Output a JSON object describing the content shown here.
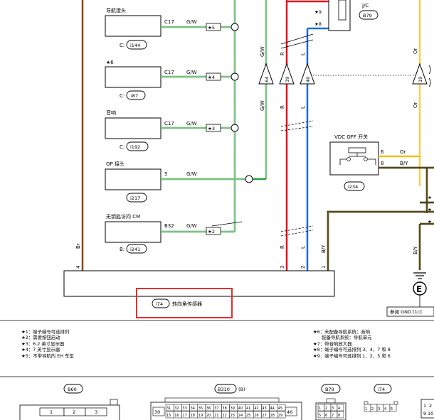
{
  "colors": {
    "brown": "#8B4513",
    "green": "#2E9E3A",
    "red": "#E8111B",
    "blue": "#1E6BD6",
    "yellow": "#E8C21A",
    "black": "#000000",
    "highlight_box": "#E03030"
  },
  "top": {
    "jc_label": "J/C",
    "jc_tag": "B79",
    "star9": "★9",
    "star8": "★8"
  },
  "modules": [
    {
      "title": "导航接头",
      "pin": "C17",
      "wire": "G/W",
      "tag": "★5",
      "conn_prefix": "C:",
      "conn": "i144"
    },
    {
      "title": "★6",
      "pin": "C17",
      "wire": "G/W",
      "tag": "★4",
      "conn_prefix": "C:",
      "conn": "i87"
    },
    {
      "title": "音响",
      "pin": "C17",
      "wire": "G/W",
      "tag": "★3",
      "conn_prefix": "C:",
      "conn": "i192"
    },
    {
      "title": "OP 接头",
      "pin": "5",
      "wire": "G/W",
      "tag": "",
      "conn_prefix": "",
      "conn": "i217"
    },
    {
      "title": "无钥匙访问 CM",
      "pin": "B32",
      "wire": "G/W",
      "tag": "★2",
      "conn_prefix": "B:",
      "conn": "i241"
    }
  ],
  "wire_labels": {
    "gw_upper": "G/W",
    "gw_lower": "G/W",
    "r_upper": "R",
    "r_lower": "R",
    "r_bottom": "R",
    "l_upper": "L",
    "l_lower": "L",
    "l_bottom": "L",
    "br": "Br",
    "by_bottom": "B/Y",
    "or_upper": "Or",
    "or_lower": "Or",
    "by_right": "B/Y",
    "tri_gw": "64",
    "tri_r": "39",
    "tri_l": "40",
    "tri_or": "19"
  },
  "vdc": {
    "title": "VDC OFF 开关",
    "pin6": "6",
    "wire6": "Or",
    "pin8": "8",
    "wire8": "B/Y",
    "conn": "i234"
  },
  "sensor": {
    "pin4": "4",
    "pin3": "3",
    "pin2": "2",
    "pin1": "1",
    "conn": "i74",
    "name": "转向角传感器"
  },
  "ground": {
    "label": "E",
    "ref": "参阅 GND [1c]"
  },
  "right_stars": [
    "★",
    "★",
    "★"
  ],
  "notes_left": [
    "★1：端子编号可选排列",
    "★2：需要按钮启动",
    "★3：6.2 英寸显示器",
    "★4：7 英寸显示器",
    "★5：不带导航的 EH 车型"
  ],
  "notes_right": [
    "★6：未配备导航系统：音响",
    "      配备导航系统：导航单元",
    "★7：带音响放大器",
    "★8：端子编号可选排列 3、4、7 和 8",
    "★9：端子编号可选排列 1、2、5 和 6"
  ],
  "connectors": {
    "b60": "B60",
    "b310": "B310",
    "b310_suffix": "(B)",
    "b79": "B79",
    "i74": "i74",
    "b60_row1": [
      "1",
      "2",
      "3"
    ],
    "b310_left": "30",
    "b310_right": "46",
    "b310_row1": [
      "31",
      "32",
      "33",
      "34",
      "35",
      "36",
      "37",
      "38",
      "39",
      "40",
      "41",
      "42",
      "43",
      "44",
      "45"
    ],
    "b310_row2": [
      "15",
      "16",
      "17",
      "18",
      "19",
      "20",
      "21",
      "22",
      "23",
      "24",
      "25",
      "26",
      "27",
      "28",
      "29"
    ],
    "b79_row1": [
      "1",
      "2",
      "3",
      "4"
    ],
    "b79_row2": [
      "5",
      "6",
      "7",
      "8"
    ],
    "i74_pins": [
      "1",
      "2",
      "3",
      "4",
      "5"
    ],
    "edge_row1": [
      "1",
      "2"
    ],
    "edge_row2": [
      "9",
      "10"
    ]
  }
}
